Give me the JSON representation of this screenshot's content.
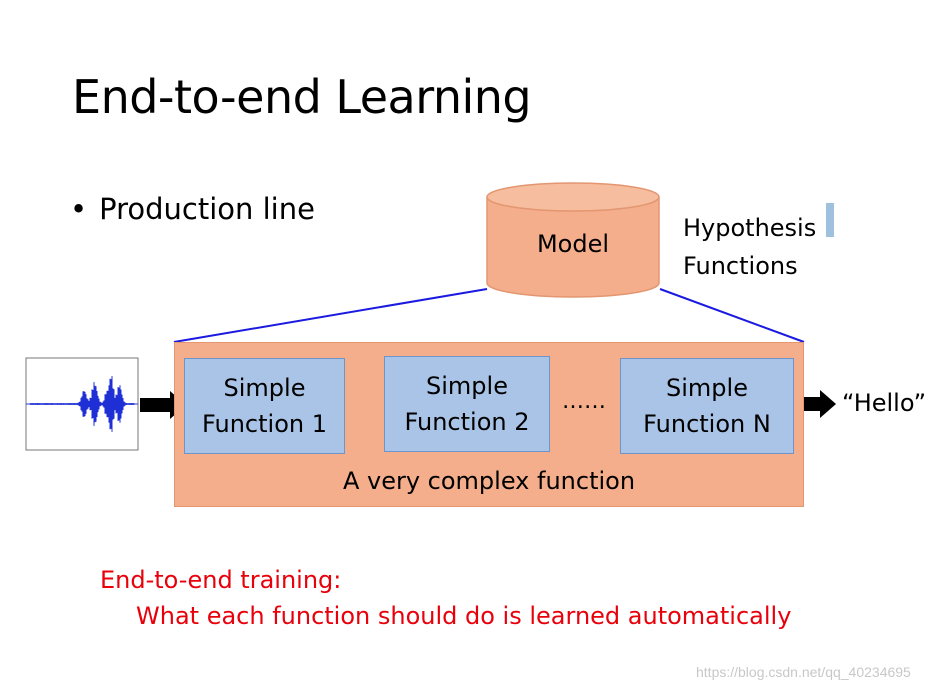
{
  "slide": {
    "title": "End-to-end Learning",
    "bullet": "Production line",
    "bullet_symbol": "•"
  },
  "model": {
    "label": "Model"
  },
  "hypothesis": {
    "line1": "Hypothesis",
    "line2": "Functions"
  },
  "functions": [
    {
      "line1": "Simple",
      "line2": "Function 1"
    },
    {
      "line1": "Simple",
      "line2": "Function 2"
    },
    {
      "line1": "Simple",
      "line2": "Function N"
    }
  ],
  "ellipsis": "……",
  "complex_function": {
    "label": "A very complex function"
  },
  "output": {
    "text": "“Hello”"
  },
  "training": {
    "heading": "End-to-end training:",
    "body": "What each function should do is learned automatically"
  },
  "watermark": "https://blog.csdn.net/qq_40234695",
  "colors": {
    "orange": "#f4ae8c",
    "blue_box": "#a9c4e6",
    "connector": "#1a1ae0",
    "red_text": "#e8000b",
    "waveform": "#1f2fd6"
  }
}
